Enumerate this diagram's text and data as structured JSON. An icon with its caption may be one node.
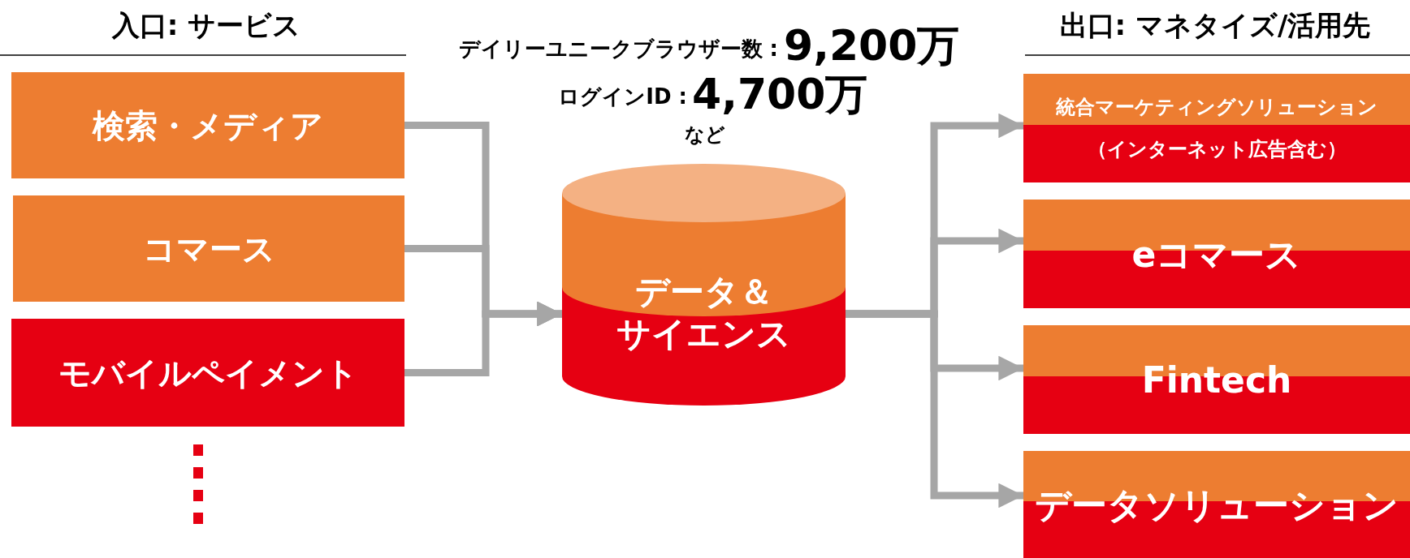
{
  "diagram": {
    "nodes": [
      {
        "text": [
          "検索・メディア"
        ]
      },
      {
        "text": [
          "コマース"
        ]
      },
      {
        "text": [
          "モバイルペイメント"
        ]
      },
      {
        "text": [
          "データ＆",
          "サイエンス"
        ]
      },
      {
        "text": [
          "統合マーケティングソリューション",
          "（インターネット広告含む）"
        ]
      },
      {
        "text": [
          "eコマース"
        ]
      },
      {
        "text": [
          "Fintech"
        ]
      },
      {
        "text": [
          "データソリューション"
        ]
      }
    ],
    "edges": [
      {
        "from": 0,
        "to": 3,
        "arrow": "to"
      },
      {
        "from": 1,
        "to": 3,
        "arrow": "to"
      },
      {
        "from": 2,
        "to": 3,
        "arrow": "to"
      },
      {
        "from": 3,
        "to": 4,
        "arrow": "to"
      },
      {
        "from": 3,
        "to": 5,
        "arrow": "to"
      },
      {
        "from": 3,
        "to": 6,
        "arrow": "to"
      },
      {
        "from": 3,
        "to": 7,
        "arrow": "to"
      }
    ],
    "labels": [
      "入口: サービス",
      "デイリーユニークブラウザー数 :",
      "9,200万",
      "出口: マネタイズ/活用先",
      "ログインID :",
      "4,700万",
      "など"
    ]
  }
}
